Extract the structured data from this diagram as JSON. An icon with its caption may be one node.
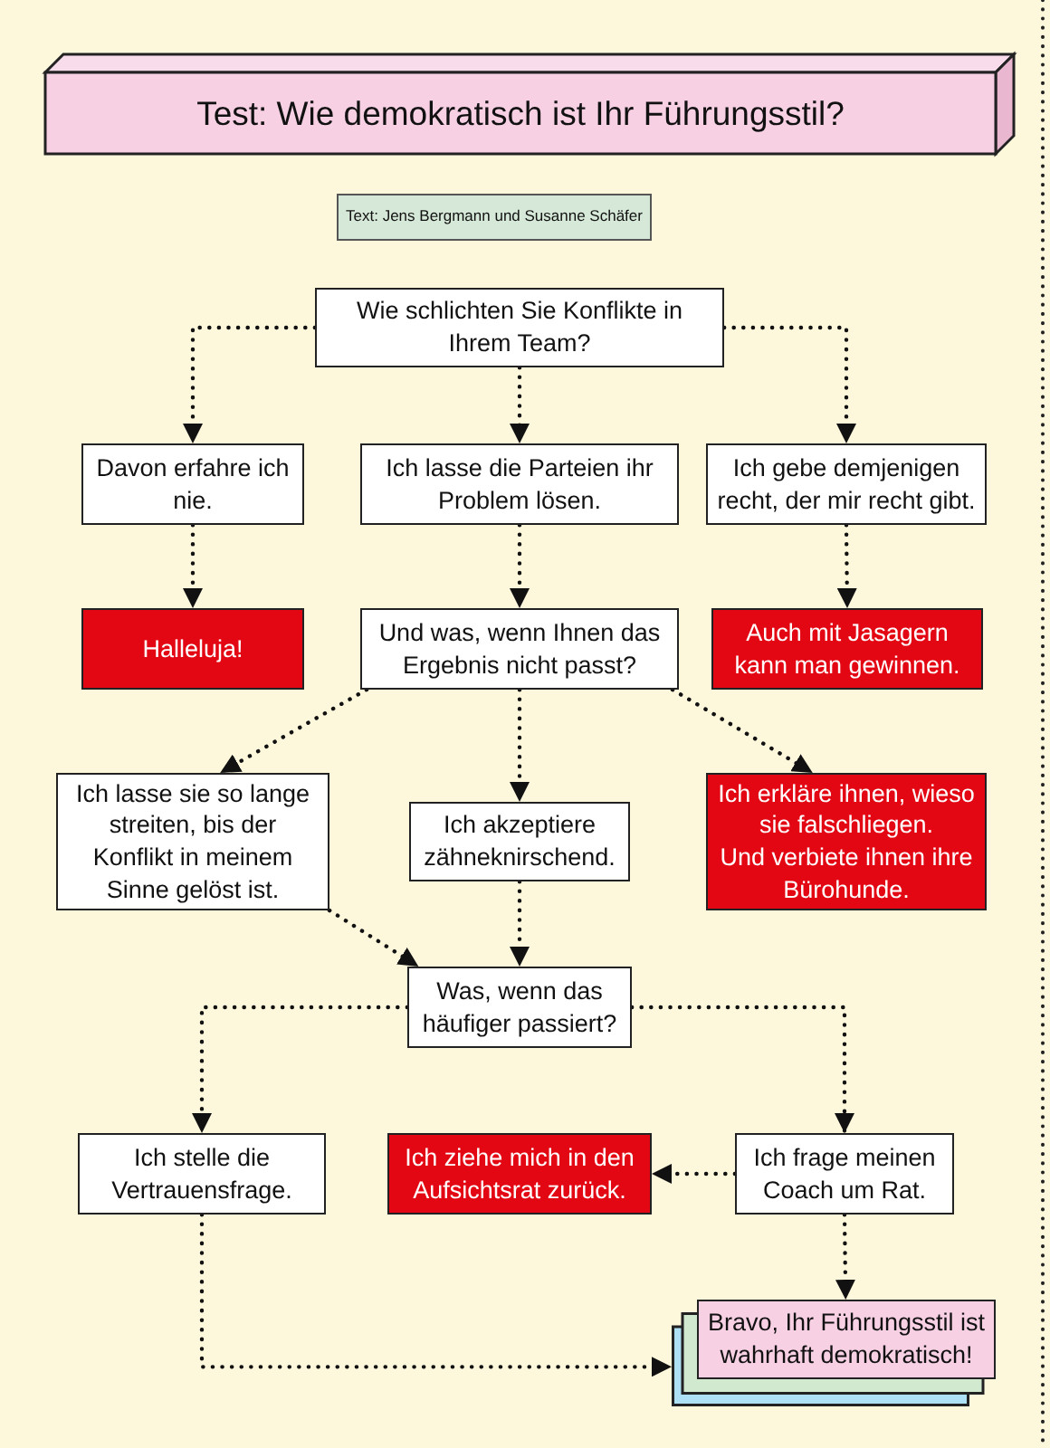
{
  "diagram": {
    "title": "Test: Wie demokratisch ist Ihr Führungsstil?",
    "nodes": [
      {
        "text": [
          "Text: Jens Bergmann und Susanne Schäfer"
        ]
      },
      {
        "text": [
          "Wie schlichten Sie Konflikte in Ihrem Team?"
        ]
      },
      {
        "text": [
          "Davon erfahre ich nie."
        ]
      },
      {
        "text": [
          "Ich lasse die Parteien ihr Problem lösen."
        ]
      },
      {
        "text": [
          "Ich gebe demjenigen recht, der mir recht gibt."
        ]
      },
      {
        "text": [
          "Halleluja!"
        ]
      },
      {
        "text": [
          "Und was, wenn Ihnen das Ergebnis nicht passt?"
        ]
      },
      {
        "text": [
          "Auch mit Jasagern kann man gewinnen."
        ]
      },
      {
        "text": [
          "Ich lasse sie so lange streiten, bis der Konflikt in meinem Sinne gelöst ist."
        ]
      },
      {
        "text": [
          "Ich akzeptiere zähneknirschend."
        ]
      },
      {
        "text": [
          "Ich erkläre ihnen, wieso sie falschliegen.",
          "Und verbiete ihnen ihre Bürohunde."
        ]
      },
      {
        "text": [
          "Was, wenn das häufiger passiert?"
        ]
      },
      {
        "text": [
          "Ich stelle die Vertrauensfrage."
        ]
      },
      {
        "text": [
          "Ich ziehe mich in den Aufsichtsrat zurück."
        ]
      },
      {
        "text": [
          "Ich frage meinen Coach um Rat."
        ]
      },
      {
        "text": [
          "Bravo, Ihr Führungsstil ist wahrhaft demokratisch!"
        ]
      }
    ],
    "edges": [
      {
        "from": 1,
        "to": 2,
        "arrow": "to"
      },
      {
        "from": 1,
        "to": 3,
        "arrow": "to"
      },
      {
        "from": 1,
        "to": 4,
        "arrow": "to"
      },
      {
        "from": 2,
        "to": 5,
        "arrow": "to"
      },
      {
        "from": 3,
        "to": 6,
        "arrow": "to"
      },
      {
        "from": 4,
        "to": 7,
        "arrow": "to"
      },
      {
        "from": 6,
        "to": 8,
        "arrow": "to"
      },
      {
        "from": 6,
        "to": 9,
        "arrow": "to"
      },
      {
        "from": 6,
        "to": 10,
        "arrow": "to"
      },
      {
        "from": 8,
        "to": 11,
        "arrow": "to"
      },
      {
        "from": 9,
        "to": 11,
        "arrow": "to"
      },
      {
        "from": 11,
        "to": 12,
        "arrow": "to"
      },
      {
        "from": 11,
        "to": 14,
        "arrow": "to"
      },
      {
        "from": 14,
        "to": 13,
        "arrow": "to"
      },
      {
        "from": 14,
        "to": 15,
        "arrow": "to"
      },
      {
        "from": 12,
        "to": 15,
        "arrow": "to"
      }
    ]
  }
}
